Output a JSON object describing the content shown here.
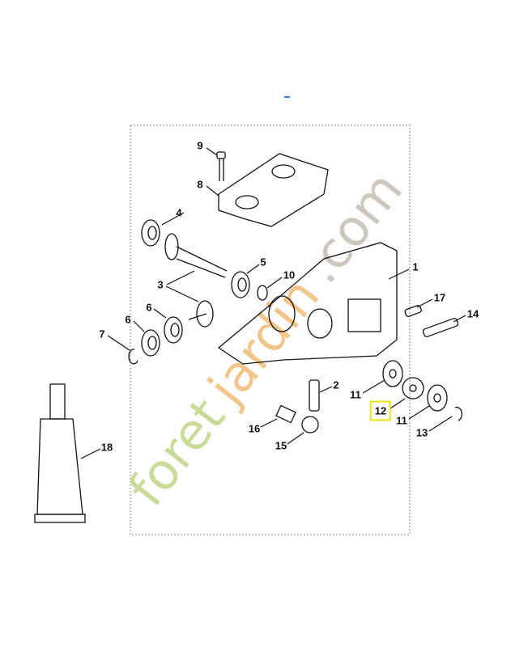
{
  "watermark": {
    "text": "foretjardin.com",
    "colors": {
      "green": "#c8dc9a",
      "orange": "#f2c58a",
      "gray": "#cfc7bd"
    }
  },
  "highlight_color": "#f2e300",
  "highlighted_part": "12",
  "labels": [
    {
      "id": "9",
      "text": "9"
    },
    {
      "id": "8",
      "text": "8"
    },
    {
      "id": "4",
      "text": "4"
    },
    {
      "id": "5",
      "text": "5"
    },
    {
      "id": "3",
      "text": "3"
    },
    {
      "id": "10",
      "text": "10"
    },
    {
      "id": "1",
      "text": "1"
    },
    {
      "id": "6a",
      "text": "6"
    },
    {
      "id": "6b",
      "text": "6"
    },
    {
      "id": "7",
      "text": "7"
    },
    {
      "id": "17",
      "text": "17"
    },
    {
      "id": "14",
      "text": "14"
    },
    {
      "id": "2",
      "text": "2"
    },
    {
      "id": "11a",
      "text": "11"
    },
    {
      "id": "12",
      "text": "12"
    },
    {
      "id": "11b",
      "text": "11"
    },
    {
      "id": "13",
      "text": "13"
    },
    {
      "id": "16",
      "text": "16"
    },
    {
      "id": "15",
      "text": "15"
    },
    {
      "id": "18",
      "text": "18"
    }
  ]
}
